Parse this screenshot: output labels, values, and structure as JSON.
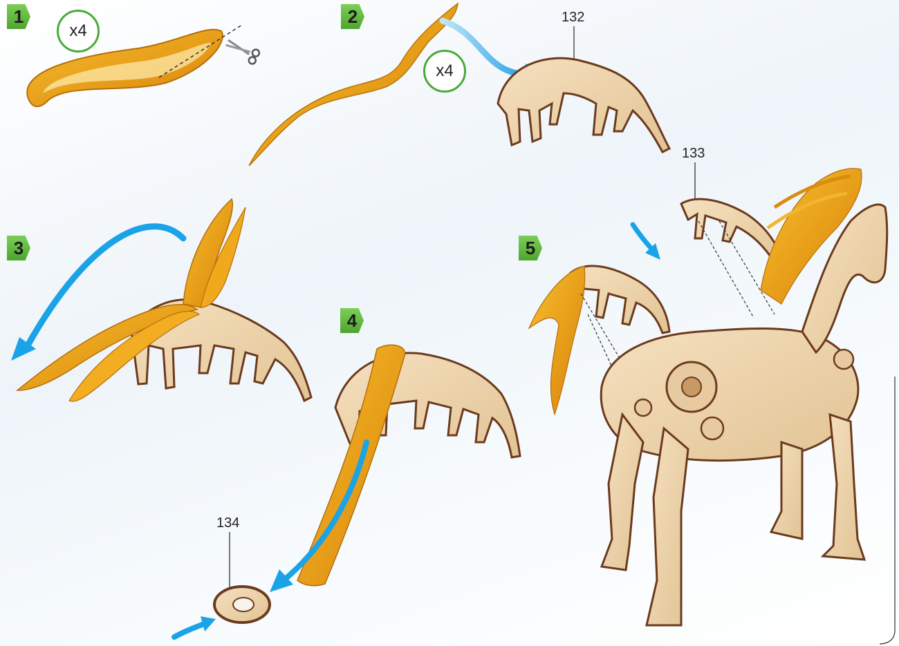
{
  "steps": [
    {
      "number": "1"
    },
    {
      "number": "2"
    },
    {
      "number": "3"
    },
    {
      "number": "4"
    },
    {
      "number": "5"
    }
  ],
  "multipliers": {
    "step1": "x4",
    "step2": "x4"
  },
  "parts": {
    "p132": "132",
    "p133": "133",
    "p134": "134"
  },
  "colors": {
    "badge_green": "#5cb83a",
    "ribbon_orange": "#e59a12",
    "ribbon_light": "#f3b62a",
    "wood_light": "#f0d7ae",
    "wood_dark": "#6b3a1e",
    "arrow_blue": "#1aa3e6"
  }
}
